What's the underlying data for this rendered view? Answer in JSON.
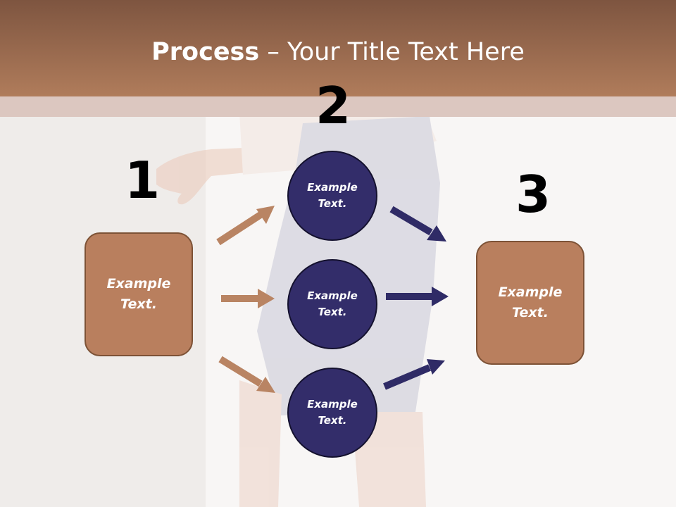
{
  "title": {
    "bold": "Process",
    "rest": " – Your Title Text Here"
  },
  "steps": {
    "n1": "1",
    "n2": "2",
    "n3": "3"
  },
  "left_box": {
    "text": "Example\nText."
  },
  "circles": [
    {
      "text": "Example\nText."
    },
    {
      "text": "Example\nText."
    },
    {
      "text": "Example\nText."
    }
  ],
  "right_box": {
    "text": "Example\nText."
  },
  "colors": {
    "header": "#b07c5b",
    "box": "#b97f5e",
    "circle": "#332d6a",
    "arrow_left": "#b98463",
    "arrow_right": "#2f2b66"
  }
}
